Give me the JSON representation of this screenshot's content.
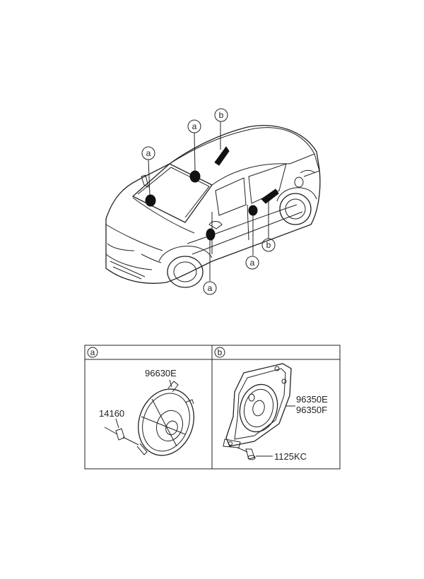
{
  "callouts": {
    "a": "a",
    "b": "b"
  },
  "panels": {
    "left": {
      "header": "a",
      "parts": [
        "96630E",
        "14160"
      ]
    },
    "right": {
      "header": "b",
      "parts": [
        "96350E",
        "96350F",
        "1125KC"
      ]
    }
  }
}
